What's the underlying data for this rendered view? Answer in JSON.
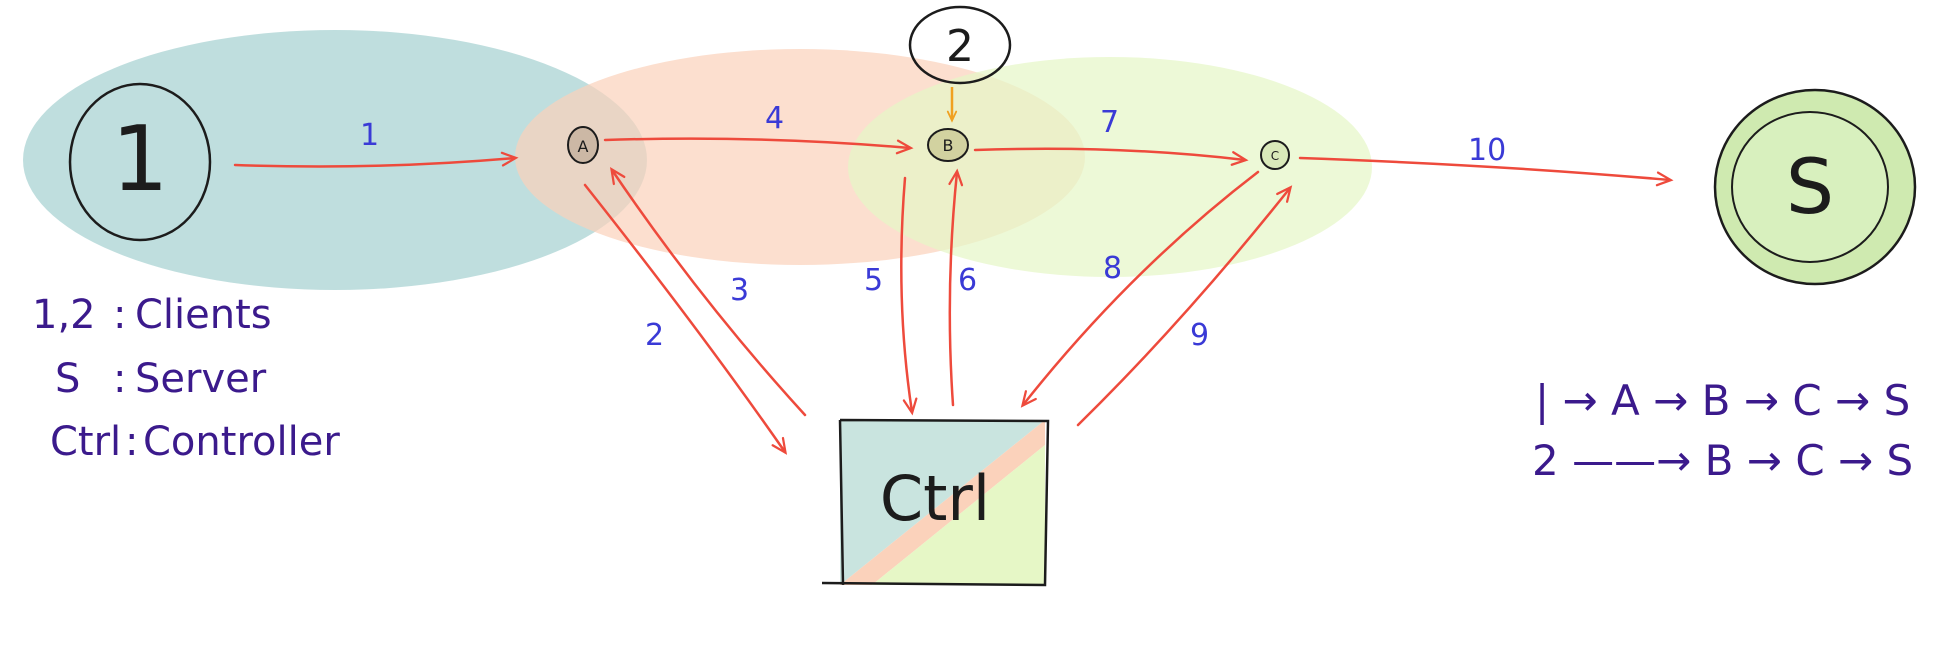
{
  "nodes": {
    "client1": "1",
    "client2": "2",
    "switchA": "A",
    "switchB": "B",
    "switchC": "C",
    "server": "S",
    "controller": "Ctrl"
  },
  "edges": [
    "1",
    "2",
    "3",
    "4",
    "5",
    "6",
    "7",
    "8",
    "9",
    "10"
  ],
  "legend": [
    {
      "key": "1,2",
      "value": "Clients"
    },
    {
      "key": "S",
      "value": "Server"
    },
    {
      "key": "Ctrl",
      "value": "Controller"
    }
  ],
  "paths": [
    "| → A → B → C →  S",
    "2 ——→ B → C →  S"
  ],
  "colors": {
    "regionTeal": "#bcdcdc",
    "regionPeach": "#fcd9c4",
    "regionLime": "#e6f7cc",
    "arrow": "#ee4a3c",
    "edgeLabel": "#3a3ad6",
    "legendText": "#3b1a8c",
    "client2Arrow": "#f0a020",
    "serverGreen": "#cfeab0",
    "outline": "#1c1c1c"
  }
}
